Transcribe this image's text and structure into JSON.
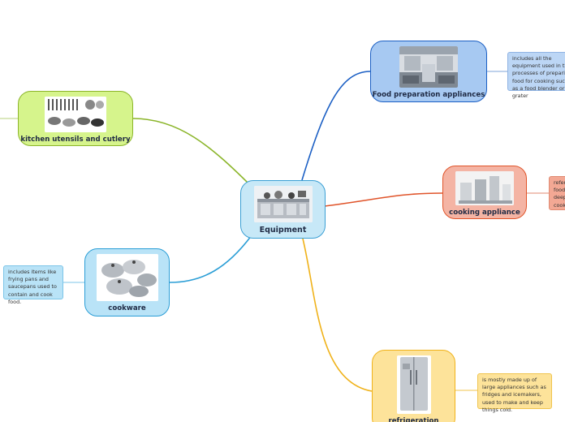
{
  "center": {
    "label": "Equipment"
  },
  "branches": {
    "food_prep": {
      "label": "Food preparation appliances",
      "icon": "kitchen-interior-photo",
      "note": "includes all the equipment used in the processes of preparing food for cooking such as a food blender or grater"
    },
    "cooking": {
      "label": "cooking appliance",
      "icon": "mixers-photo",
      "note": "refers to food w deep cooke"
    },
    "refrigeration": {
      "label": "refrigeration",
      "icon": "fridge-photo",
      "note": "is mostly made up of large appliances such as fridges and icemakers, used to make and keep things cold."
    },
    "utensils": {
      "label": "kitchen utensils and cutlery",
      "icon": "utensils-photo"
    },
    "cookware": {
      "label": "cookware",
      "icon": "pots-photo",
      "note": "includes items like frying pans and saucepans used to contain and cook food."
    }
  },
  "colors": {
    "center_fill": "#c7e8f7",
    "center_border": "#3a9fd4",
    "food_prep_fill": "#a7c9f2",
    "food_prep_line": "#1b5fc4",
    "cooking_fill": "#f4b4a4",
    "cooking_line": "#e0542a",
    "refrigeration_fill": "#fde39a",
    "refrigeration_line": "#f0b21a",
    "utensils_fill": "#d6f48c",
    "utensils_line": "#8bb52a",
    "cookware_fill": "#b9e3f7",
    "cookware_line": "#2b9ed6"
  }
}
